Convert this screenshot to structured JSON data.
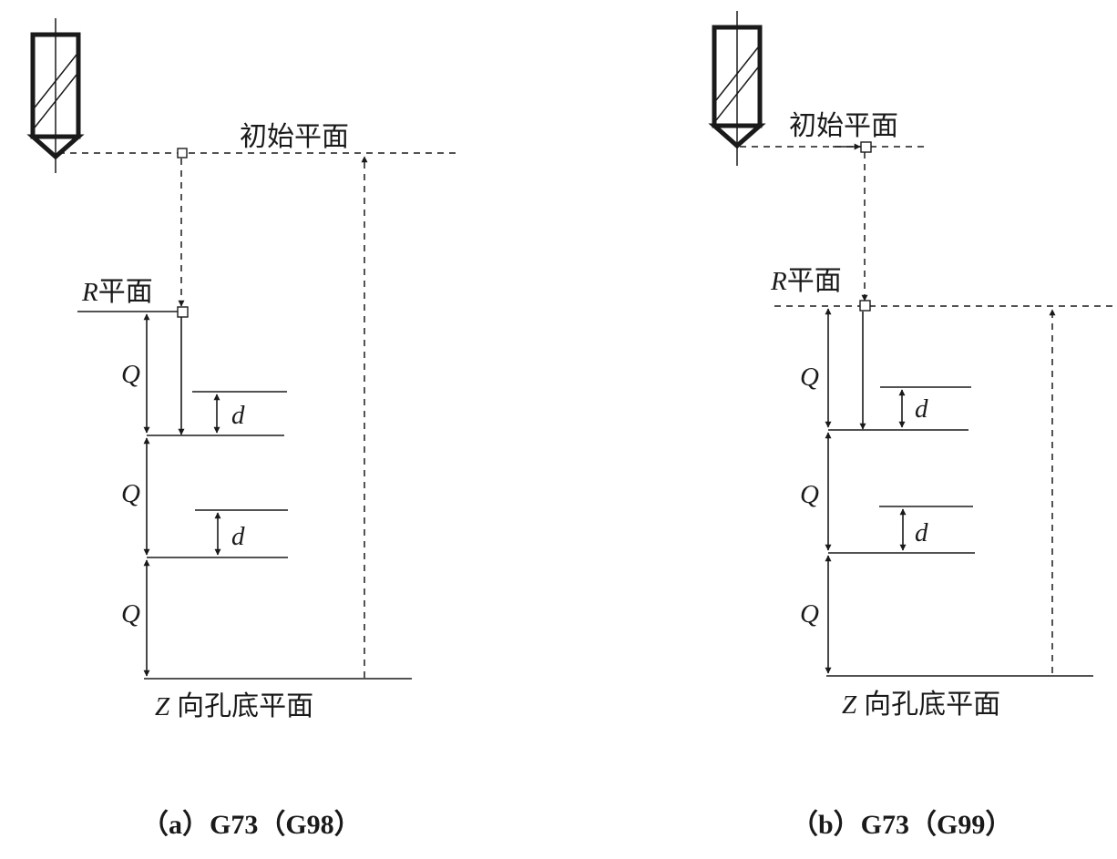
{
  "left": {
    "initial_plane_label": "初始平面",
    "r_plane_label": "R平面",
    "r_plane_label_prefix": "R",
    "r_plane_label_suffix": "平面",
    "q_labels": [
      "Q",
      "Q",
      "Q"
    ],
    "d_labels": [
      "d",
      "d"
    ],
    "bottom_label": "Z 向孔底平面",
    "bottom_label_prefix": "Z",
    "bottom_label_suffix": "向孔底平面",
    "caption": "（a）G73（G98）"
  },
  "right": {
    "initial_plane_label": "初始平面",
    "r_plane_label": "R平面",
    "r_plane_label_prefix": "R",
    "r_plane_label_suffix": "平面",
    "q_labels": [
      "Q",
      "Q",
      "Q"
    ],
    "d_labels": [
      "d",
      "d"
    ],
    "bottom_label": "Z 向孔底平面",
    "bottom_label_prefix": "Z",
    "bottom_label_suffix": "向孔底平面",
    "caption": "（b）G73（G99）"
  }
}
